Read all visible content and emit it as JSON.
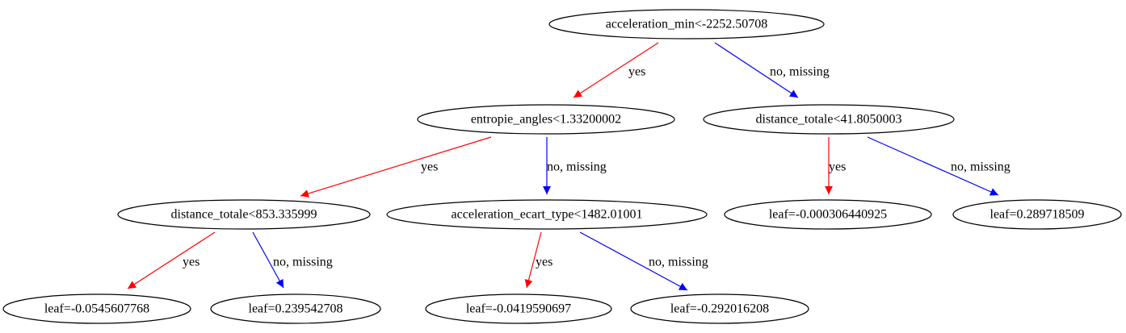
{
  "colors": {
    "yes": "#ff0000",
    "no": "#0000ff",
    "node_stroke": "#000000"
  },
  "nodes": {
    "n0": {
      "label": "acceleration_min<-2252.50708"
    },
    "n1": {
      "label": "entropie_angles<1.33200002"
    },
    "n2": {
      "label": "distance_totale<41.8050003"
    },
    "n3": {
      "label": "distance_totale<853.335999"
    },
    "n4": {
      "label": "acceleration_ecart_type<1482.01001"
    },
    "n5": {
      "label": "leaf=-0.000306440925"
    },
    "n6": {
      "label": "leaf=0.289718509"
    },
    "n7": {
      "label": "leaf=-0.0545607768"
    },
    "n8": {
      "label": "leaf=0.239542708"
    },
    "n9": {
      "label": "leaf=-0.0419590697"
    },
    "n10": {
      "label": "leaf=-0.292016208"
    }
  },
  "edges": [
    {
      "from": "n0",
      "to": "n1",
      "label": "yes",
      "kind": "yes"
    },
    {
      "from": "n0",
      "to": "n2",
      "label": "no, missing",
      "kind": "no"
    },
    {
      "from": "n1",
      "to": "n3",
      "label": "yes",
      "kind": "yes"
    },
    {
      "from": "n1",
      "to": "n4",
      "label": "no, missing",
      "kind": "no"
    },
    {
      "from": "n2",
      "to": "n5",
      "label": "yes",
      "kind": "yes"
    },
    {
      "from": "n2",
      "to": "n6",
      "label": "no, missing",
      "kind": "no"
    },
    {
      "from": "n3",
      "to": "n7",
      "label": "yes",
      "kind": "yes"
    },
    {
      "from": "n3",
      "to": "n8",
      "label": "no, missing",
      "kind": "no"
    },
    {
      "from": "n4",
      "to": "n9",
      "label": "yes",
      "kind": "yes"
    },
    {
      "from": "n4",
      "to": "n10",
      "label": "no, missing",
      "kind": "no"
    }
  ]
}
